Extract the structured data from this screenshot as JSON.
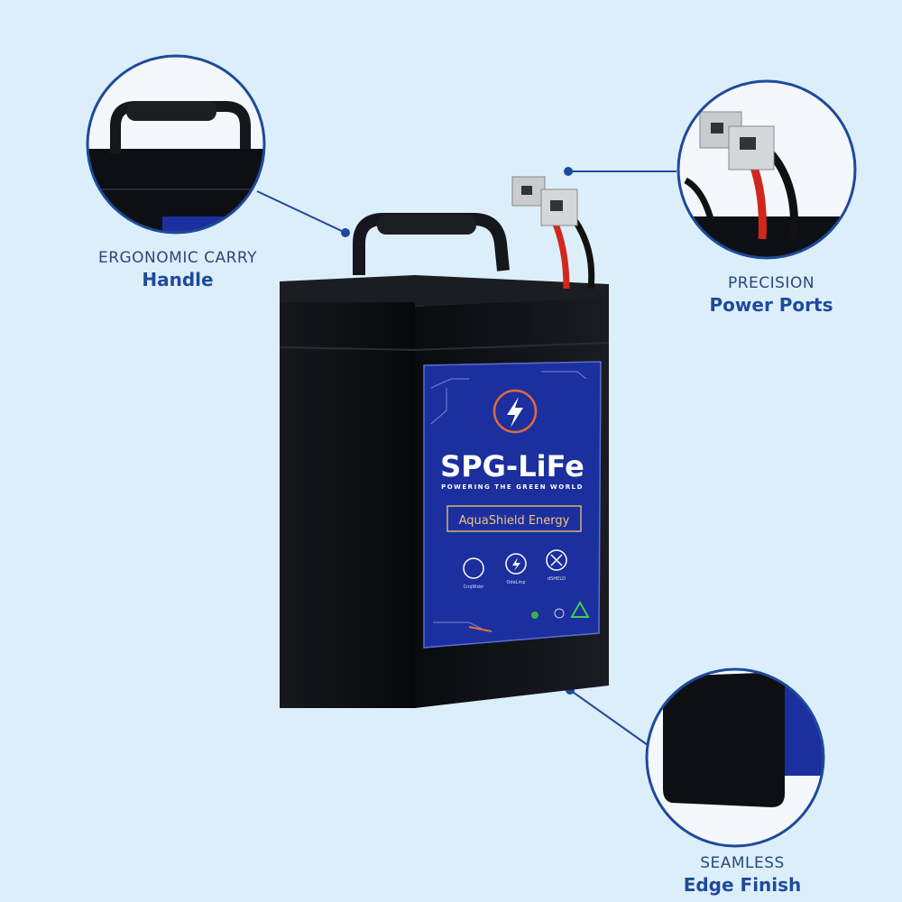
{
  "callouts": [
    {
      "line1": "ERGONOMIC CARRY",
      "line2": "Handle"
    },
    {
      "line1": "PRECISION",
      "line2": "Power Ports"
    },
    {
      "line1": "SEAMLESS",
      "line2": "Edge Finish"
    }
  ],
  "label": {
    "brand": "SPG-LiFe",
    "tagline": "POWERING THE GREEN WORLD",
    "product": "AquaShield Energy",
    "features": [
      "CnqWsbr",
      "OdeLmp",
      "dSHELD"
    ],
    "icons": [
      "lightning-bolt-icon",
      "shield-icon",
      "close-icon",
      "recycle-icon"
    ]
  },
  "colors": {
    "background": "#ddeefb",
    "accent": "#1d4a9c",
    "label_blue": "#1c2f9e",
    "battery": "#0d0f14"
  }
}
